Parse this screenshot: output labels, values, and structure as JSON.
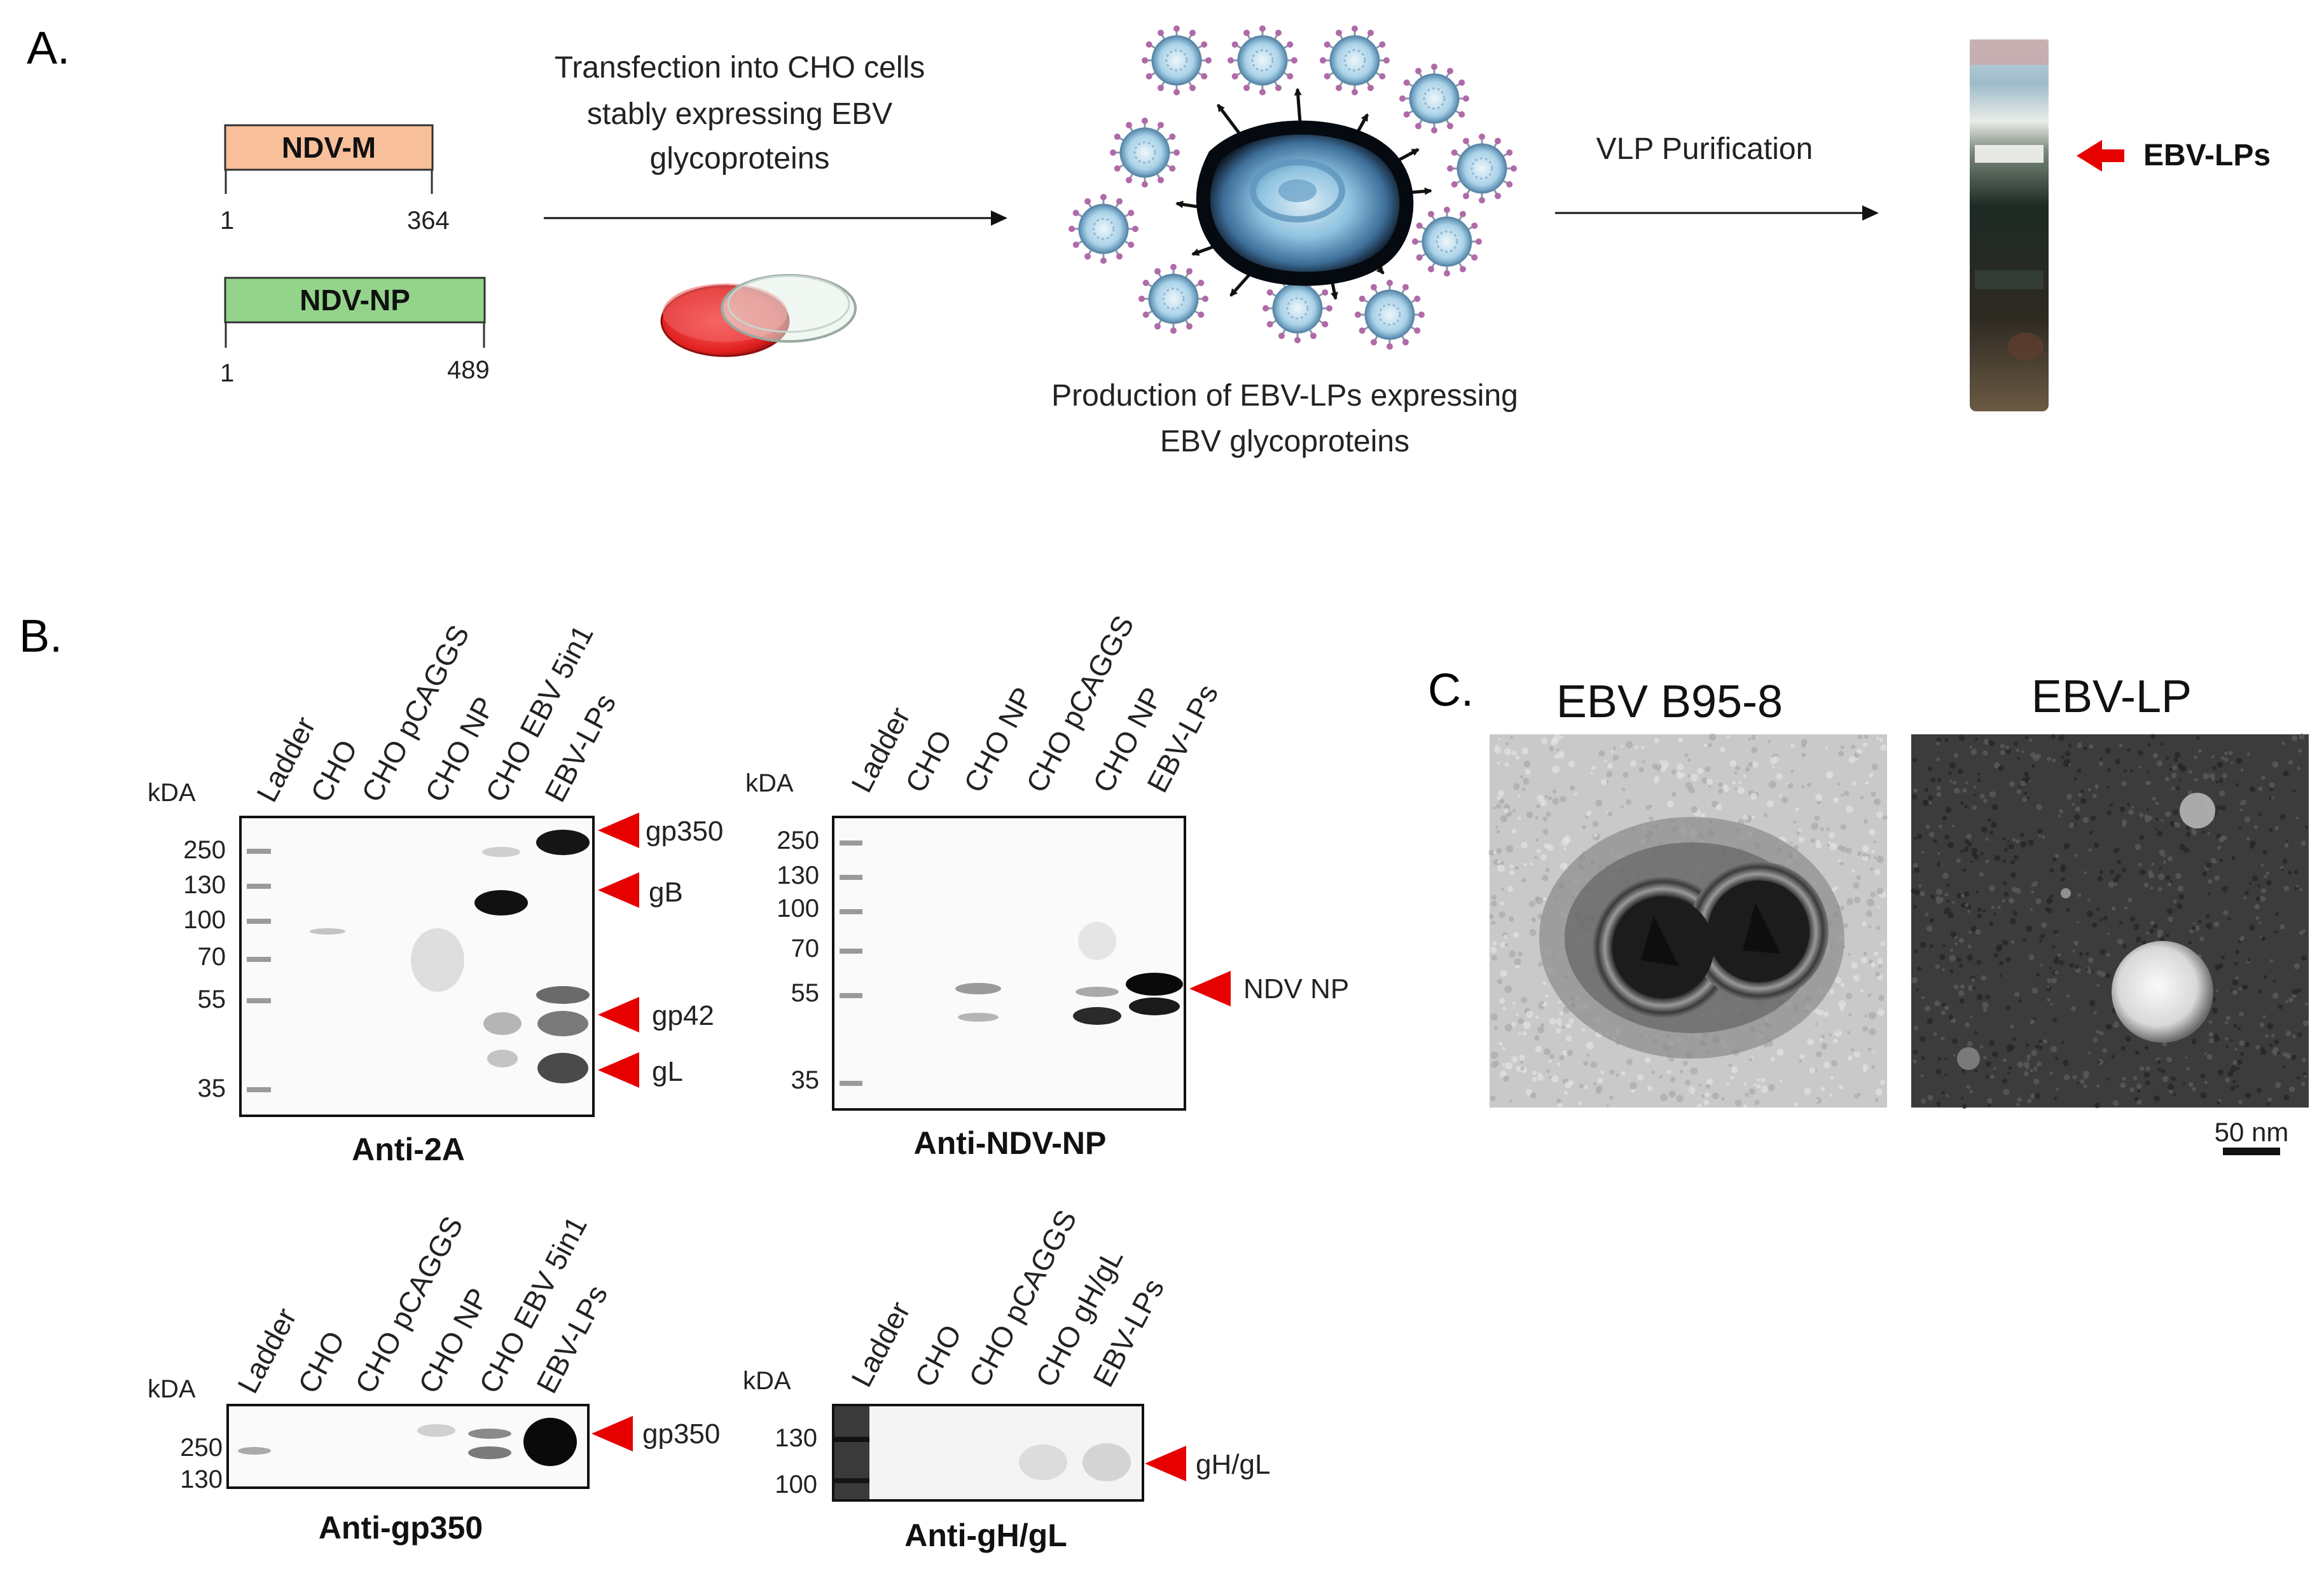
{
  "panel_a": {
    "letter": "A.",
    "constructs": [
      {
        "name": "NDV-M",
        "start": "1",
        "end": "364",
        "color": "#f8c09a"
      },
      {
        "name": "NDV-NP",
        "start": "1",
        "end": "489",
        "color": "#93d48a"
      }
    ],
    "step1_line1": "Transfection into CHO cells",
    "step1_line2": "stably expressing EBV",
    "step1_line3": "glycoproteins",
    "production_line1": "Production of EBV-LPs expressing",
    "production_line2": "EBV glycoproteins",
    "purification": "VLP Purification",
    "tube_label": "EBV-LPs"
  },
  "panel_b": {
    "letter": "B.",
    "unit": "kDA",
    "blots": [
      {
        "title": "Anti-2A",
        "lanes": [
          "Ladder",
          "CHO",
          "CHO pCAGGS",
          "CHO NP",
          "CHO EBV 5in1",
          "EBV-LPs"
        ],
        "ticks": [
          "250",
          "130",
          "100",
          "70",
          "55",
          "35"
        ],
        "bands": [
          "gp350",
          "gB",
          "gp42",
          "gL"
        ]
      },
      {
        "title": "Anti-NDV-NP",
        "lanes": [
          "Ladder",
          "CHO",
          "CHO NP",
          "CHO pCAGGS",
          "CHO NP",
          "EBV-LPs"
        ],
        "ticks": [
          "250",
          "130",
          "100",
          "70",
          "55",
          "35"
        ],
        "bands": [
          "NDV NP"
        ]
      },
      {
        "title": "Anti-gp350",
        "lanes": [
          "Ladder",
          "CHO",
          "CHO pCAGGS",
          "CHO NP",
          "CHO EBV 5in1",
          "EBV-LPs"
        ],
        "ticks": [
          "250",
          "130"
        ],
        "bands": [
          "gp350"
        ]
      },
      {
        "title": "Anti-gH/gL",
        "lanes": [
          "Ladder",
          "CHO",
          "CHO pCAGGS",
          "CHO gH/gL",
          "EBV-LPs"
        ],
        "ticks": [
          "130",
          "100"
        ],
        "bands": [
          "gH/gL"
        ]
      }
    ]
  },
  "panel_c": {
    "letter": "C.",
    "left_title": "EBV B95-8",
    "right_title": "EBV-LP",
    "scale_bar": "50 nm"
  },
  "colors": {
    "arrow_red": "#e60000",
    "virion_blue": "#8fc3e0"
  }
}
